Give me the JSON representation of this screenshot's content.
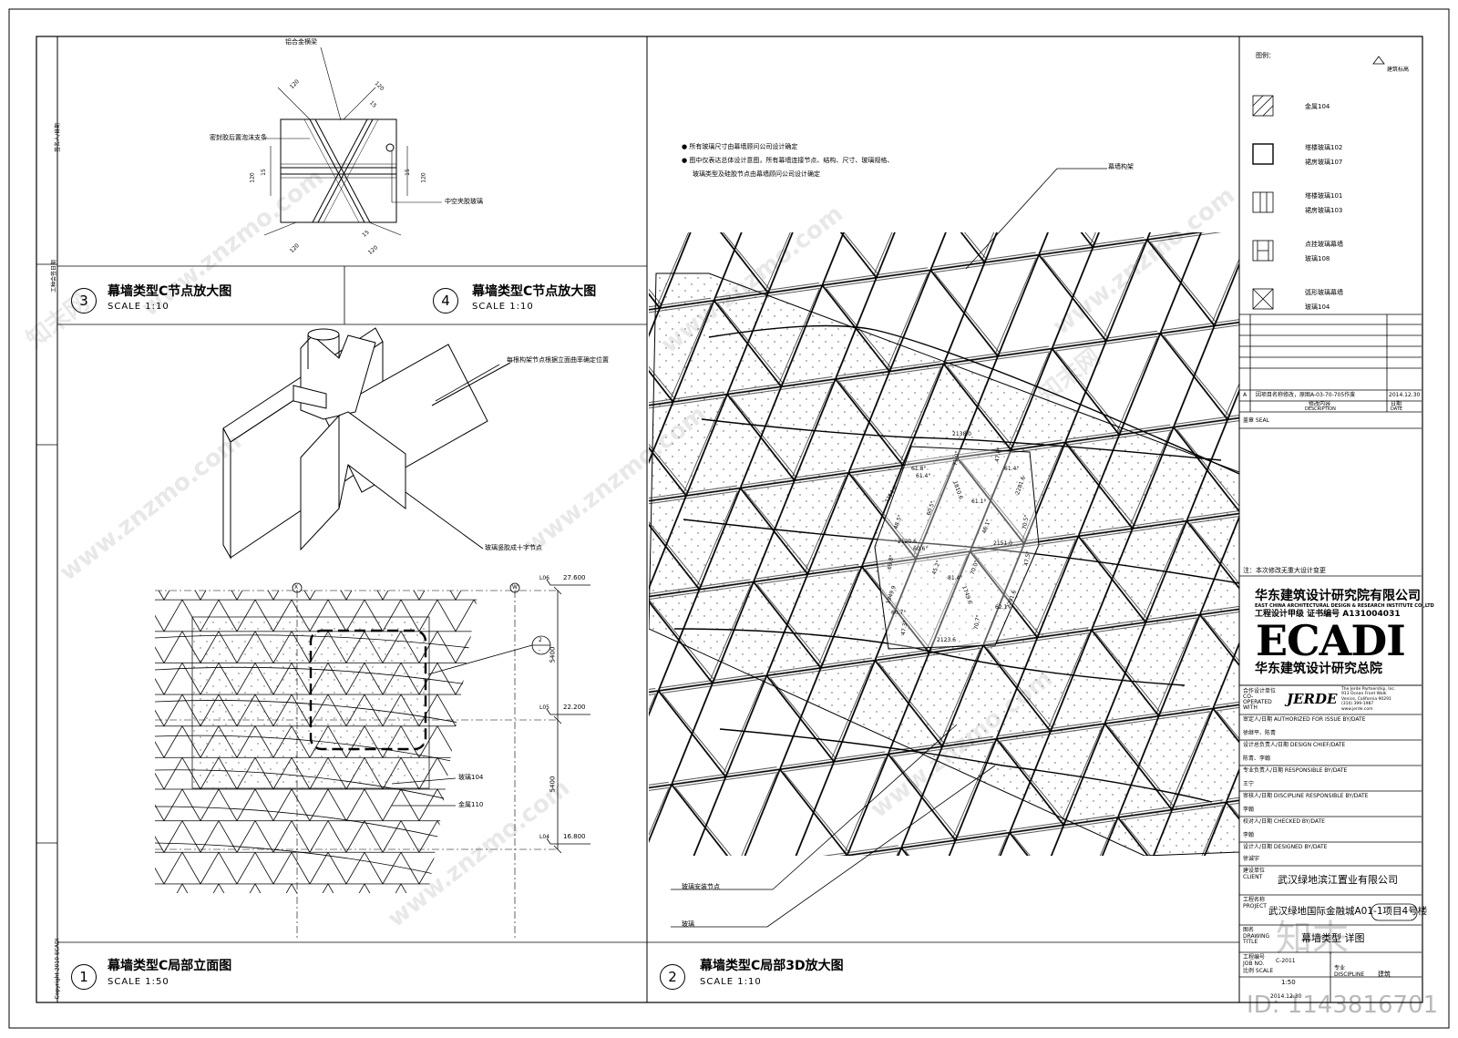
{
  "views": {
    "v3": {
      "number": "3",
      "title": "幕墙类型C节点放大图",
      "scale": "SCALE      1:10"
    },
    "v4": {
      "number": "4",
      "title": "幕墙类型C节点放大图",
      "scale": "SCALE      1:10"
    },
    "v1": {
      "number": "1",
      "title": "幕墙类型C局部立面图",
      "scale": "SCALE      1:50"
    },
    "v2": {
      "number": "2",
      "title": "幕墙类型C局部3D放大图",
      "scale": "SCALE      1:10"
    }
  },
  "node_detail": {
    "labels": {
      "top": "铝合金横梁",
      "left": "密封胶后置泡沫支条",
      "right": "中空夹胶玻璃"
    },
    "dims": [
      "120",
      "120",
      "120",
      "120",
      "120",
      "120",
      "15",
      "15",
      "15",
      "15"
    ]
  },
  "iso_view": {
    "label_top": "每根构架节点根据立面曲率确定位置",
    "label_bottom": "玻璃竖胶成十字节点"
  },
  "elevation": {
    "levels": [
      {
        "tag": "L06",
        "value": "27.600"
      },
      {
        "tag": "L05",
        "value": "22.200"
      },
      {
        "tag": "L04",
        "value": "16.800"
      }
    ],
    "spans": [
      "5400",
      "5400"
    ],
    "grid_marks": [
      "X",
      "W"
    ],
    "callout": {
      "top": "2",
      "bottom": "-"
    },
    "materials": [
      "玻璃104",
      "金属110"
    ]
  },
  "three_d": {
    "notes": [
      "所有玻璃尺寸由幕墙顾问公司设计确定",
      "图中仅表达总体设计意图，所有幕墙连接节点、结构、尺寸、玻璃规格、",
      "玻璃类型及硅胶节点由幕墙顾问公司设计确定"
    ],
    "labels": {
      "frame": "幕墙构架",
      "node": "玻璃安装节点",
      "glass": "玻璃"
    },
    "dims": [
      "2138.0",
      "2120.6",
      "2151.0",
      "2123.6",
      "2254.0",
      "1810.6",
      "1749.6",
      "2291.6",
      "2281.6",
      "1949.9"
    ],
    "angles": [
      "61.8°",
      "71.0°",
      "47.6°",
      "61.4°",
      "60.5°",
      "61.1°",
      "48.5°",
      "46.1°",
      "70.5°",
      "60.6°",
      "47.5°",
      "45.2°",
      "81.4°",
      "60.7°",
      "70.7°",
      "62.1°",
      "47.3°",
      "69.8°",
      "61.4°",
      "70.0°"
    ]
  },
  "title_block": {
    "legend_heading": "图例：",
    "legend_corner": "建筑标高",
    "legend": [
      {
        "a": "金属104",
        "b": ""
      },
      {
        "a": "塔楼玻璃102",
        "b": "裙房玻璃107"
      },
      {
        "a": "塔楼玻璃101",
        "b": "裙房玻璃103"
      },
      {
        "a": "点挂玻璃幕墙",
        "b": "玻璃108"
      },
      {
        "a": "弧形玻璃幕墙",
        "b": "玻璃104"
      }
    ],
    "revision": {
      "mark": "A",
      "desc": "因项目名称修改，原图A-03-70-705作废",
      "date": "2014.12.30"
    },
    "rev_headers": [
      "修改内容",
      "DESCRIPTION",
      "日期",
      "DATE"
    ],
    "seal_label": "盖章 SEAL",
    "note": "注：本次修改无重大设计变更",
    "company_cn": "华东建筑设计研究院有限公司",
    "company_en": "EAST CHINA ARCHITECTURAL DESIGN & RESEARCH INSTITUTE CO.,LTD",
    "cert": "工程设计甲级   证书编号 A131004031",
    "logo": "ECADI",
    "logo_sub": "华东建筑设计研究总院",
    "coop_label": "合作设计单位 CO-OPERATED WITH",
    "jerde": "JERDE",
    "jerde_addr": [
      "The Jerde Partnership, Inc.",
      "913 Ocean Front Walk",
      "Venice, California 90291",
      "(310) 399-1987",
      "www.jerde.com"
    ],
    "rows": [
      {
        "label": "审定人/日期 AUTHORIZED FOR ISSUE BY/DATE",
        "name": "徐继平、陈青"
      },
      {
        "label": "设计总负责人/日期 DESIGN CHIEF/DATE",
        "name": "陈青、李翰"
      },
      {
        "label": "专业负责人/日期 RESPONSIBLE BY/DATE",
        "name": "王宁"
      },
      {
        "label": "审核人/日期 DISCIPLINE RESPONSIBLE BY/DATE",
        "name": "李翰"
      },
      {
        "label": "校对人/日期 CHECKED BY/DATE",
        "name": "李翰"
      },
      {
        "label": "设计人/日期 DESIGNED BY/DATE",
        "name": "徐诚宇"
      }
    ],
    "client_label": "建设单位 CLIENT",
    "client": "武汉绿地滨江置业有限公司",
    "project_label": "工程名称 PROJECT",
    "project": "武汉绿地国际金融城A01-1项目4号楼",
    "drawing_label": "图名 DRAWING TITLE",
    "drawing": "幕墙类型 详图",
    "job_label": "工程编号 JOB NO.",
    "job": "C-2011",
    "scale_label": "比例 SCALE",
    "scale": "1:50",
    "disc_label": "专业 DISCIPLINE",
    "disc": "建筑",
    "date": "2014.12.30",
    "side": [
      "签名人/日期",
      "工种会签日期"
    ],
    "side_date": "Copyright 2010 ECADI"
  },
  "watermark": {
    "site": "www.znzmo.com",
    "brand": "知末网",
    "stamp": "知末",
    "id": "ID: 1143816701"
  }
}
